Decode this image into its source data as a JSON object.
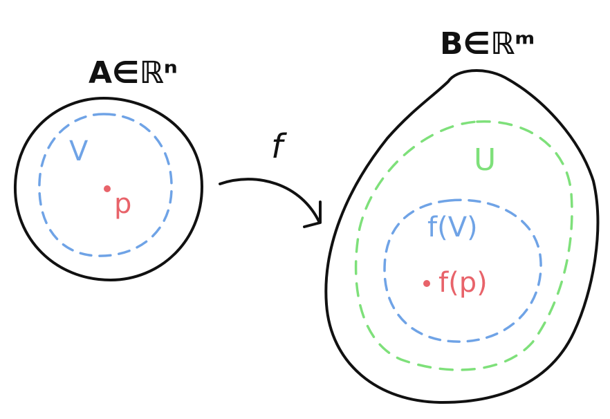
{
  "labels": {
    "set_a": "A∈ℝⁿ",
    "set_b": "B∈ℝᵐ",
    "map": "f",
    "set_v": "V",
    "point_p": "p",
    "set_u": "U",
    "image_v": "f(V)",
    "image_p": "f(p)"
  },
  "colors": {
    "outline": "#111111",
    "blue": "#6fa3e6",
    "green": "#7ee07a",
    "red": "#e8636a"
  }
}
